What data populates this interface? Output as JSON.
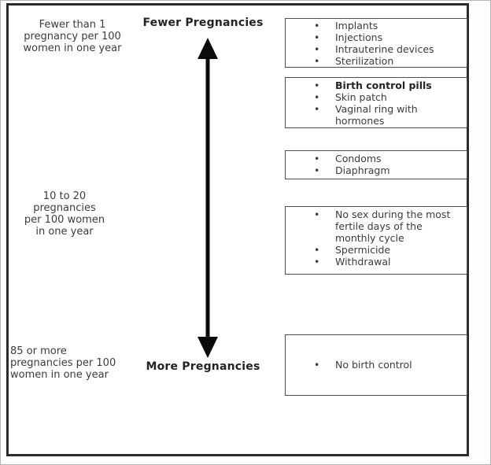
{
  "diagram": {
    "axis": {
      "top_label": "Fewer Pregnancies",
      "bottom_label": "More Pregnancies"
    },
    "rate_labels": [
      {
        "text": "Fewer than 1\npregnancy per 100\nwomen in one year"
      },
      {
        "text": "10 to 20\npregnancies\nper 100 women\nin one year"
      },
      {
        "text": "85 or more\npregnancies per 100\nwomen in one year"
      }
    ],
    "bullet_char": "•",
    "arrow_color": "#0a0a0a",
    "boxes": [
      {
        "items": [
          {
            "label": "Implants",
            "bold": false
          },
          {
            "label": "Injections",
            "bold": false
          },
          {
            "label": "Intrauterine devices",
            "bold": false
          },
          {
            "label": "Sterilization",
            "bold": false
          }
        ]
      },
      {
        "items": [
          {
            "label": "Birth control pills",
            "bold": true
          },
          {
            "label": "Skin patch",
            "bold": false
          },
          {
            "label": "Vaginal ring with hormones",
            "bold": false
          }
        ]
      },
      {
        "items": [
          {
            "label": "Condoms",
            "bold": false
          },
          {
            "label": "Diaphragm",
            "bold": false
          }
        ]
      },
      {
        "items": [
          {
            "label": "No sex during the most fertile days of the monthly cycle",
            "bold": false
          },
          {
            "label": "Spermicide",
            "bold": false
          },
          {
            "label": "Withdrawal",
            "bold": false
          }
        ]
      },
      {
        "items": [
          {
            "label": "No birth control",
            "bold": false
          }
        ]
      }
    ]
  }
}
